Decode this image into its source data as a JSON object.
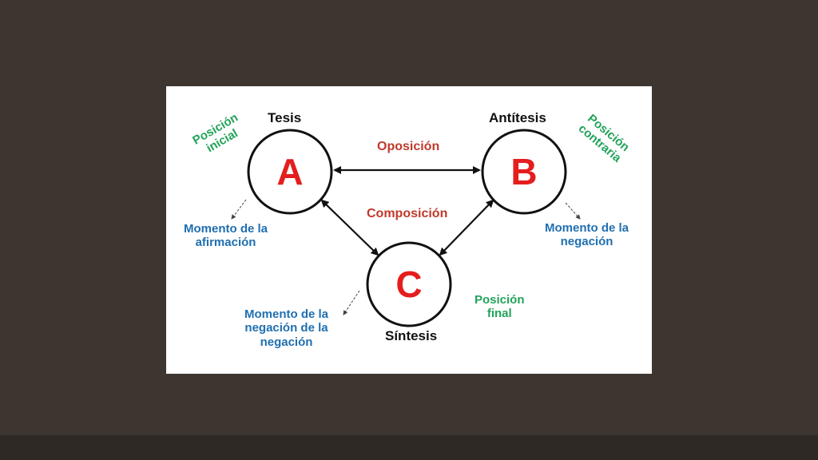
{
  "nodes": {
    "a": {
      "letter": "A",
      "title": "Tesis",
      "position": "Posición inicial",
      "moment": [
        "Momento de la",
        "afirmación"
      ]
    },
    "b": {
      "letter": "B",
      "title": "Antítesis",
      "position": "Posición contraria",
      "moment": [
        "Momento de la",
        "negación"
      ]
    },
    "c": {
      "letter": "C",
      "title": "Síntesis",
      "position": [
        "Posición",
        "final"
      ],
      "moment": [
        "Momento de la",
        "negación de la",
        "negación"
      ]
    }
  },
  "edges": {
    "opposition": "Oposición",
    "composition": "Composición"
  },
  "colors": {
    "background": "#3d3630",
    "card": "#ffffff",
    "letter": "#e41e1e",
    "title": "#111111",
    "edge_label": "#c0392b",
    "moment": "#1f6fb0",
    "position": "#22a35a"
  }
}
